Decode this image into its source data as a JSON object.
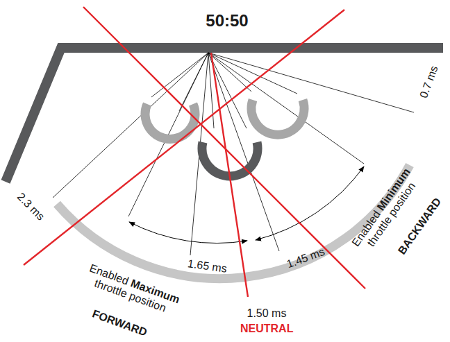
{
  "diagram": {
    "title": "50:50",
    "labels": [
      "2.3 ms",
      "1.65 ms",
      "1.45 ms",
      "0.7 ms",
      "1.50 ms",
      "NEUTRAL",
      "Enabled Maximum throttle position",
      "FORWARD",
      "Enabled Minimum throttle position",
      "BACKWARD"
    ]
  }
}
